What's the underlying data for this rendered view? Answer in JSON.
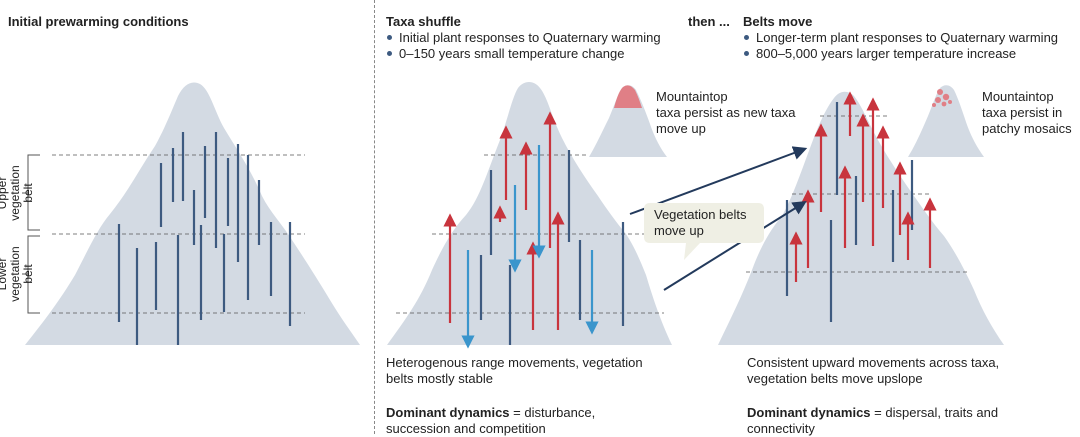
{
  "left_panel": {
    "title": "Initial prewarming conditions",
    "upper_belt_label": [
      "Upper",
      "vegetation",
      "belt"
    ],
    "lower_belt_label": [
      "Lower",
      "vegetation",
      "belt"
    ]
  },
  "middle_panel": {
    "title": "Taxa shuffle",
    "bullets": [
      "Initial plant responses to Quaternary warming",
      "0–150 years small temperature change"
    ],
    "inset_caption": [
      "Mountaintop",
      "taxa persist as new taxa",
      "move up"
    ],
    "caption": [
      "Heterogenous range movements, vegetation",
      "belts mostly stable"
    ],
    "dynamics_label": "Dominant dynamics",
    "dynamics_text": "= disturbance,",
    "dynamics_text2": "succession and competition"
  },
  "connector": {
    "then": "then ...",
    "bubble": [
      "Vegetation belts",
      "move up"
    ]
  },
  "right_panel": {
    "title": "Belts move",
    "bullets": [
      "Longer-term plant responses to Quaternary warming",
      "800–5,000 years larger temperature increase"
    ],
    "inset_caption": [
      "Mountaintop",
      "taxa persist in",
      "patchy mosaics"
    ],
    "caption": [
      "Consistent upward movements across taxa,",
      "vegetation belts move upslope"
    ],
    "dynamics_label": "Dominant dynamics",
    "dynamics_text": "= dispersal, traits and",
    "dynamics_text2": "connectivity"
  },
  "colors": {
    "mountain": "#d3dae3",
    "range_line": "#3d5a80",
    "upward": "#c8343d",
    "downward": "#3a95cc",
    "inset_cap": "#e07f86",
    "bubble": "#efefe4",
    "connector": "#233a5c"
  }
}
